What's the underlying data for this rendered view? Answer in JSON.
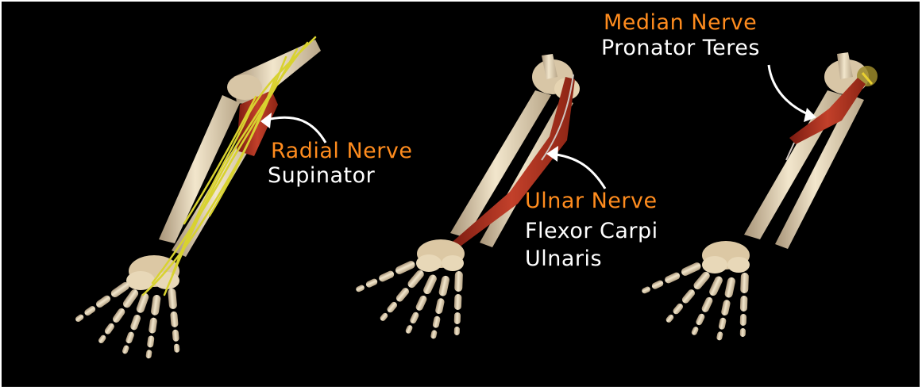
{
  "colors": {
    "background": "#000000",
    "nerve_label": "#ff8c1e",
    "muscle_label": "#ffffff",
    "bone": "#ecdcc0",
    "muscle": "#b0301e",
    "nerve": "#d8d230"
  },
  "panels": [
    {
      "nerve": "Radial Nerve",
      "muscle_lines": [
        "Supinator"
      ]
    },
    {
      "nerve": "Ulnar Nerve",
      "muscle_lines": [
        "Flexor Carpi",
        "Ulnaris"
      ]
    },
    {
      "nerve": "Median Nerve",
      "muscle_lines": [
        "Pronator Teres"
      ]
    }
  ]
}
